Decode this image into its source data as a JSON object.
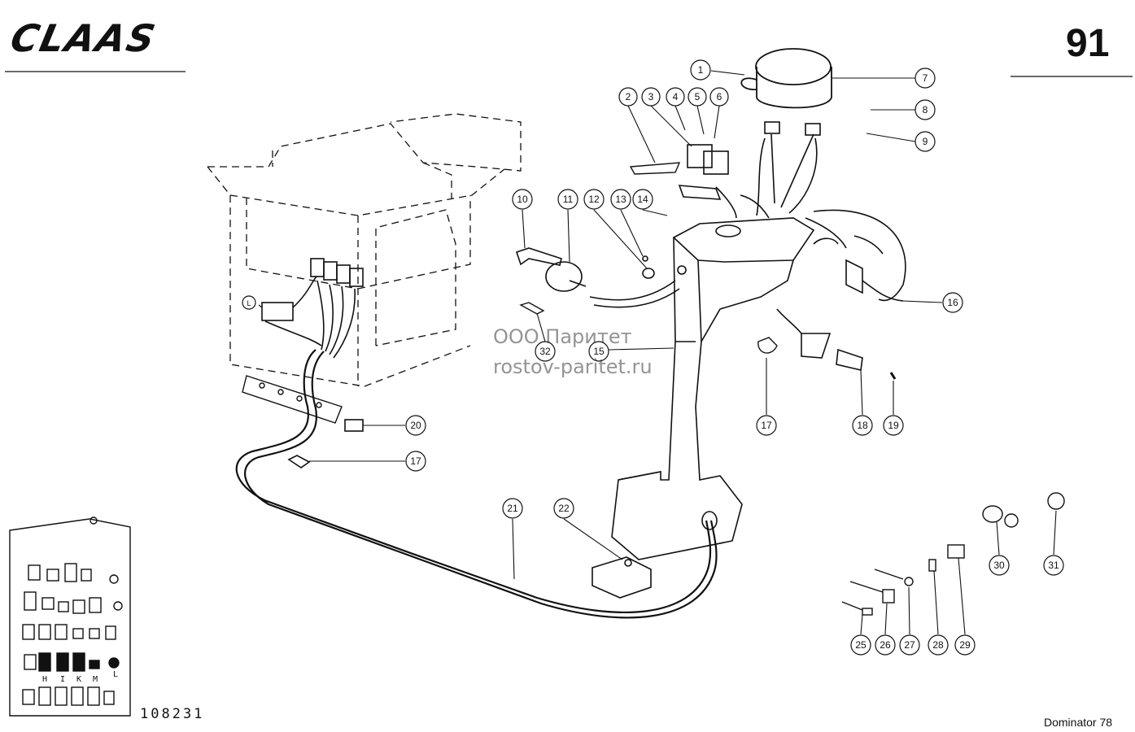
{
  "header": {
    "brand_logo": "CLAAS",
    "page_number": "91"
  },
  "watermark": {
    "line1": "ООО Паритет",
    "line2": "rostov-paritet.ru"
  },
  "footer": {
    "drawing_number": "108231",
    "model": "Dominator 78"
  },
  "fuse_panel": {
    "letters": [
      "H",
      "I",
      "K",
      "M",
      "L"
    ]
  },
  "callouts": {
    "c1": "1",
    "c2": "2",
    "c3": "3",
    "c4": "4",
    "c5": "5",
    "c6": "6",
    "c7": "7",
    "c8": "8",
    "c9": "9",
    "c10": "10",
    "c11": "11",
    "c12": "12",
    "c13": "13",
    "c14": "14",
    "c15": "15",
    "c16": "16",
    "c17a": "17",
    "c17b": "17",
    "c18": "18",
    "c19": "19",
    "c20": "20",
    "c21": "21",
    "c22": "22",
    "c25": "25",
    "c26": "26",
    "c27": "27",
    "c28": "28",
    "c29": "29",
    "c30": "30",
    "c31": "31",
    "c32": "32",
    "cL": "L"
  }
}
